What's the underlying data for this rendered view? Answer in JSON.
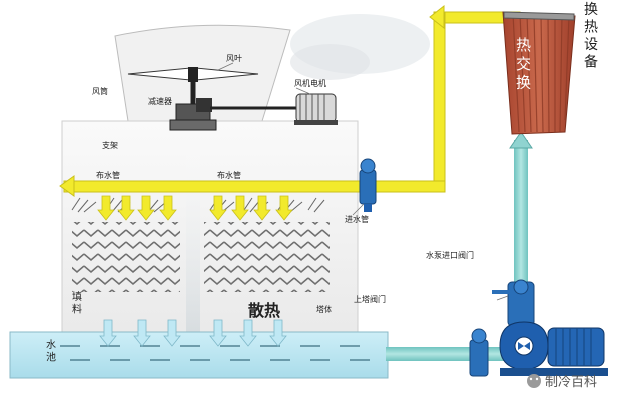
{
  "labels": {
    "fan_cylinder": "风筒",
    "fan_blade": "风叶",
    "fan_motor": "风机电机",
    "reducer": "减速器",
    "support": "支架",
    "distribution_pipe_left": "布水管",
    "distribution_pipe_right": "布水管",
    "inlet_pipe": "进水管",
    "fill": "填\n料",
    "heat_dissipation": "散热",
    "tower_body": "塔体",
    "tower_inlet_valve": "上塔阀门",
    "pump_inlet_valve": "水泵进口阀门",
    "basin": "水\n池",
    "heat_exchange_equipment": "换\n热\n设\n备",
    "heat_exchange": "热\n交\n换",
    "watermark": "制冷百科"
  },
  "colors": {
    "yellow_pipe": "#f2ea2c",
    "teal_pipe": "#8fd3d0",
    "copper": "#b8563d",
    "basin_water": "#bfe8f4",
    "valve_blue": "#2a6fb8",
    "pump_blue": "#1f5fae",
    "fill_grey": "#6f6f6f"
  }
}
